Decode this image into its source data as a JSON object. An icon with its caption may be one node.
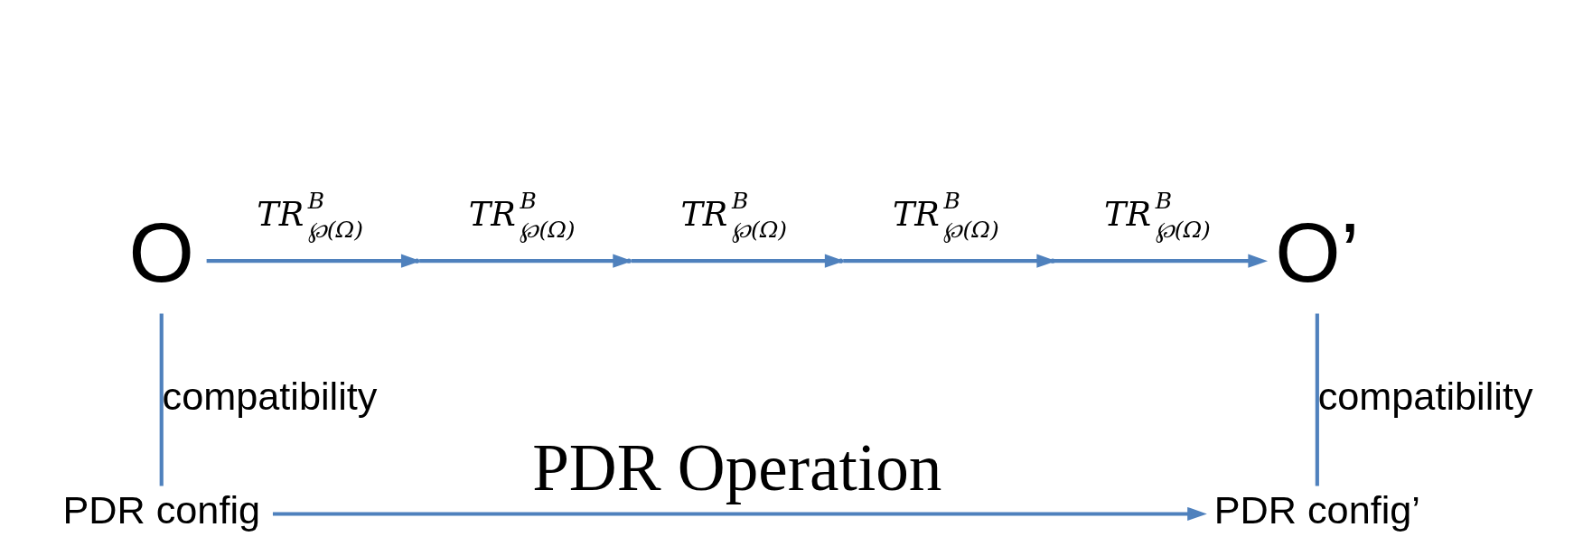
{
  "diagram": {
    "nodes": [
      {
        "text": [
          "O"
        ]
      },
      {
        "text": [],
        "shape": "point"
      },
      {
        "text": [],
        "shape": "point"
      },
      {
        "text": [],
        "shape": "point"
      },
      {
        "text": [],
        "shape": "point"
      },
      {
        "text": [
          "O’"
        ]
      },
      {
        "text": [
          "PDR config"
        ]
      },
      {
        "text": [
          "PDR config’"
        ]
      }
    ],
    "edges": [
      {
        "from": 0,
        "to": 1,
        "arrow": "to",
        "label": "TR$^{B}$$_{℘(Ω)}$"
      },
      {
        "from": 1,
        "to": 2,
        "arrow": "to",
        "label": "TR$^{B}$$_{℘(Ω)}$"
      },
      {
        "from": 2,
        "to": 3,
        "arrow": "to",
        "label": "TR$^{B}$$_{℘(Ω)}$"
      },
      {
        "from": 3,
        "to": 4,
        "arrow": "to",
        "label": "TR$^{B}$$_{℘(Ω)}$"
      },
      {
        "from": 4,
        "to": 5,
        "arrow": "to",
        "label": "TR$^{B}$$_{℘(Ω)}$"
      },
      {
        "from": 0,
        "to": 6,
        "arrow": "none",
        "label": "compatibility"
      },
      {
        "from": 5,
        "to": 7,
        "arrow": "none",
        "label": "compatibility"
      },
      {
        "from": 6,
        "to": 7,
        "arrow": "to",
        "label": "PDR Operation"
      }
    ]
  }
}
